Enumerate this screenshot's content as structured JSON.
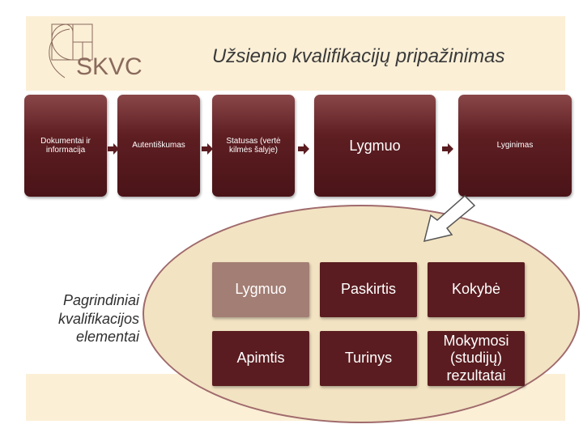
{
  "header": {
    "logo_text": "SKVC",
    "title": "Užsienio kvalifikacijų pripažinimas"
  },
  "process_steps": [
    {
      "label": "Dokumentai ir informacija"
    },
    {
      "label": "Autentiškumas"
    },
    {
      "label": "Statusas (vertė kilmės šalyje)"
    },
    {
      "label": "Lygmuo"
    },
    {
      "label": "Lyginimas"
    }
  ],
  "elements_section": {
    "label": "Pagrindiniai kvalifikacijos elementai",
    "cells": [
      {
        "label": "Lygmuo",
        "highlighted": true
      },
      {
        "label": "Paskirtis"
      },
      {
        "label": "Kokybė"
      },
      {
        "label": "Apimtis"
      },
      {
        "label": "Turinys"
      },
      {
        "label": "Mokymosi (studijų) rezultatai"
      }
    ]
  },
  "colors": {
    "band": "#fbefd6",
    "box_dark": "#5a1c20",
    "box_highlight": "#a37e74",
    "ellipse_fill": "#f2e3c2",
    "title_text": "#3a3a3a"
  },
  "icons": [
    "skvc-logo-icon",
    "arrow-right-icon",
    "down-left-arrow-icon"
  ]
}
